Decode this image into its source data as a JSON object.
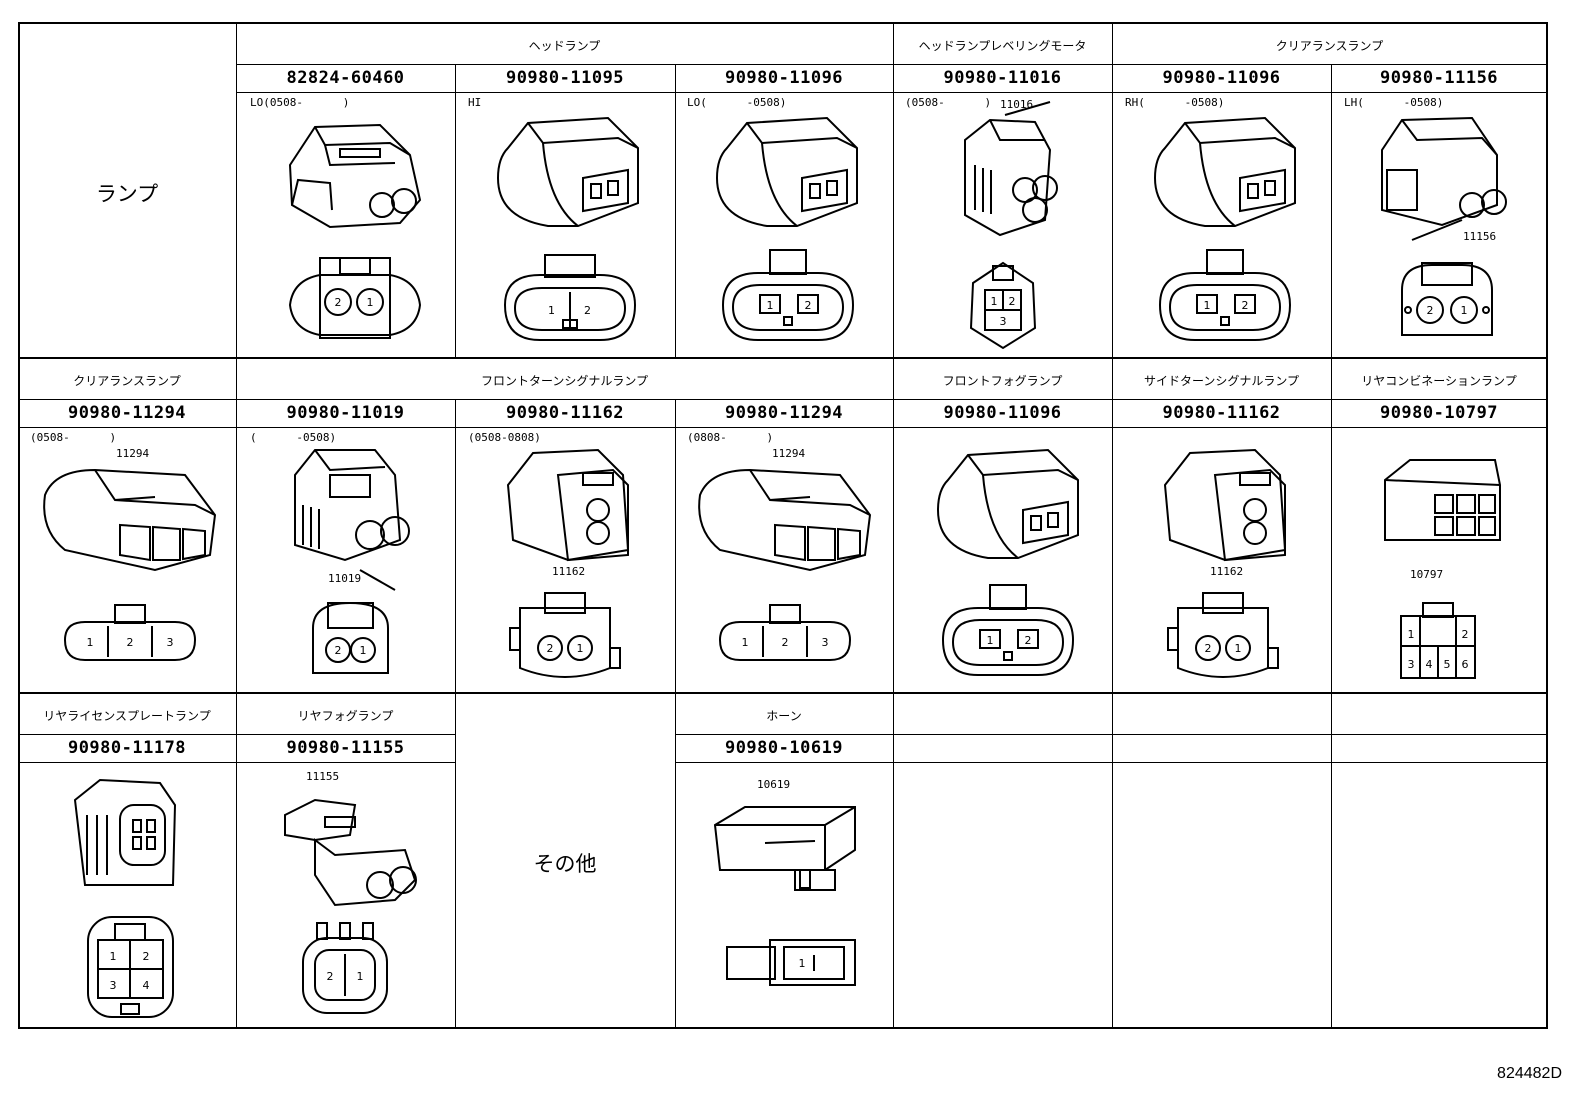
{
  "sheet": {
    "footer_code": "824482D",
    "row1": {
      "row_label": "ランプ",
      "groups": [
        "ヘッドランプ",
        "ヘッドランプレベリングモータ",
        "クリアランスランプ"
      ],
      "parts": [
        {
          "pn": "82824-60460",
          "note": "LO(0508-      )"
        },
        {
          "pn": "90980-11095",
          "note": "HI"
        },
        {
          "pn": "90980-11096",
          "note": "LO(      -0508)"
        },
        {
          "pn": "90980-11016",
          "note": "(0508-      )",
          "callout": "11016"
        },
        {
          "pn": "90980-11096",
          "note": "RH(      -0508)"
        },
        {
          "pn": "90980-11156",
          "note": "LH(      -0508)",
          "callout": "11156"
        }
      ]
    },
    "row2": {
      "titles": [
        "クリアランスランプ",
        "フロントターンシグナルランプ",
        "フロントフォグランプ",
        "サイドターンシグナルランプ",
        "リヤコンビネーションランプ"
      ],
      "parts": [
        {
          "pn": "90980-11294",
          "note": "(0508-      )",
          "callout": "11294"
        },
        {
          "pn": "90980-11019",
          "note": "(      -0508)",
          "callout": "11019"
        },
        {
          "pn": "90980-11162",
          "note": "(0508-0808)",
          "callout": "11162"
        },
        {
          "pn": "90980-11294",
          "note": "(0808-      )",
          "callout": "11294"
        },
        {
          "pn": "90980-11096"
        },
        {
          "pn": "90980-11162",
          "callout": "11162"
        },
        {
          "pn": "90980-10797",
          "callout": "10797"
        }
      ]
    },
    "row3": {
      "titles": [
        "リヤライセンスプレートランプ",
        "リヤフォグランプ",
        "ホーン"
      ],
      "parts": [
        {
          "pn": "90980-11178"
        },
        {
          "pn": "90980-11155",
          "callout": "11155"
        },
        {
          "pn": "90980-10619",
          "callout": "10619"
        }
      ],
      "other_label": "その他"
    },
    "pins": {
      "p1": "1",
      "p2": "2",
      "p3": "3",
      "p4": "4",
      "p5": "5",
      "p6": "6"
    }
  }
}
